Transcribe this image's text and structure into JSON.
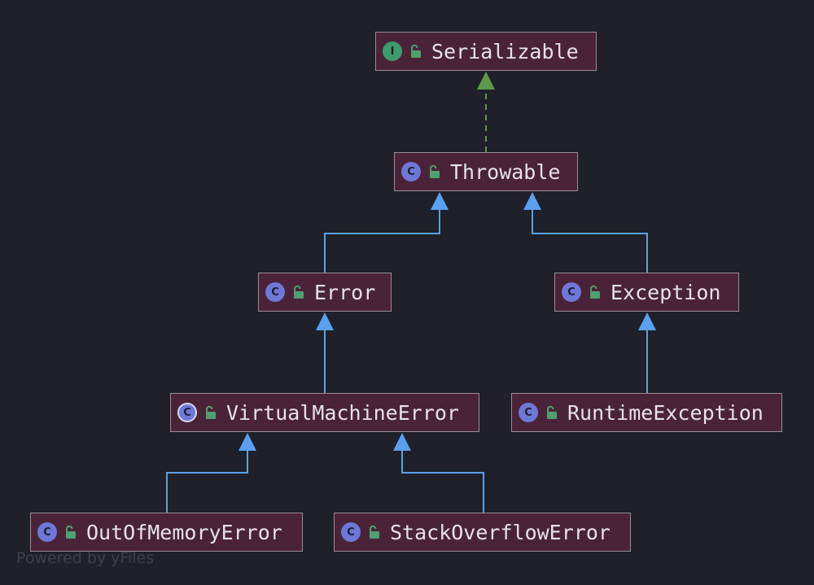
{
  "diagram": {
    "nodes": [
      {
        "id": "serializable",
        "label": "Serializable",
        "kind": "interface",
        "kind_letter": "I",
        "visibility": "public"
      },
      {
        "id": "throwable",
        "label": "Throwable",
        "kind": "class",
        "kind_letter": "C",
        "visibility": "public"
      },
      {
        "id": "error",
        "label": "Error",
        "kind": "class",
        "kind_letter": "C",
        "visibility": "public"
      },
      {
        "id": "exception",
        "label": "Exception",
        "kind": "class",
        "kind_letter": "C",
        "visibility": "public"
      },
      {
        "id": "virtualmachineerror",
        "label": "VirtualMachineError",
        "kind": "abstract",
        "kind_letter": "C",
        "visibility": "public"
      },
      {
        "id": "runtimeexception",
        "label": "RuntimeException",
        "kind": "class",
        "kind_letter": "C",
        "visibility": "public"
      },
      {
        "id": "outofmemoryerror",
        "label": "OutOfMemoryError",
        "kind": "class",
        "kind_letter": "C",
        "visibility": "public"
      },
      {
        "id": "stackoverflowerror",
        "label": "StackOverflowError",
        "kind": "class",
        "kind_letter": "C",
        "visibility": "public"
      }
    ],
    "edges": [
      {
        "from": "throwable",
        "to": "serializable",
        "type": "implements"
      },
      {
        "from": "error",
        "to": "throwable",
        "type": "extends"
      },
      {
        "from": "exception",
        "to": "throwable",
        "type": "extends"
      },
      {
        "from": "virtualmachineerror",
        "to": "error",
        "type": "extends"
      },
      {
        "from": "runtimeexception",
        "to": "exception",
        "type": "extends"
      },
      {
        "from": "outofmemoryerror",
        "to": "virtualmachineerror",
        "type": "extends"
      },
      {
        "from": "stackoverflowerror",
        "to": "virtualmachineerror",
        "type": "extends"
      }
    ],
    "colors": {
      "background": "#1f2029",
      "node_fill": "#4a2338",
      "node_border": "#9a8d95",
      "extends_edge": "#5aa0ee",
      "implements_edge": "#5e9a4c",
      "class_icon": "#6e78d8",
      "interface_icon": "#3f9a6c",
      "lock_icon": "#4fa070"
    },
    "icons": {
      "class": "class-c-icon",
      "interface": "interface-i-icon",
      "visibility": "unlocked-padlock-icon"
    }
  },
  "watermark": "Powered by yFiles"
}
